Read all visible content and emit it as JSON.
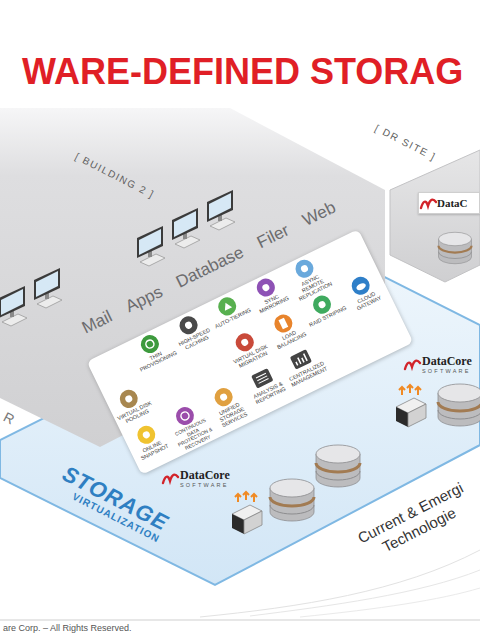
{
  "diagram": {
    "title": "WARE-DEFINED STORAG",
    "nodes": [
      {
        "text": [
          "[ BUILDING 2 ]"
        ]
      },
      {
        "text": [
          "[ DR SITE ]"
        ]
      },
      {
        "text": [
          "DataC"
        ],
        "in": 1
      },
      {
        "text": [
          "THIN PROVISIONING",
          "HIGH-SPEED CACHING",
          "AUTO-TIERING",
          "SYNC MIRRORING",
          "ASYNC REMOTE REPLICATION",
          "VIRTUAL DISK POOLING",
          "VIRTUAL DISK MIGRATION",
          "LOAD BALANCING",
          "RAID STRIPING",
          "CLOUD GATEWAY",
          "ONLINE SNAPSHOT",
          "CONTINUOUS DATA PROTECTION & RECOVERY",
          "UNIFIED STORAGE SERVICES",
          "ANALYSIS & REPORTING",
          "CENTRALIZED MANAGEMENT"
        ]
      },
      {
        "text": [
          "STORAGE",
          "VIRTUALIZATION"
        ]
      }
    ],
    "labels": [
      "Mail",
      "Apps",
      "Database",
      "Filer",
      "Web",
      "R",
      "DataCore",
      "SOFTWARE",
      "DataCore",
      "SOFTWARE",
      "Current & Emergi Technologie",
      "are Corp. – All Rights Reserved."
    ]
  }
}
